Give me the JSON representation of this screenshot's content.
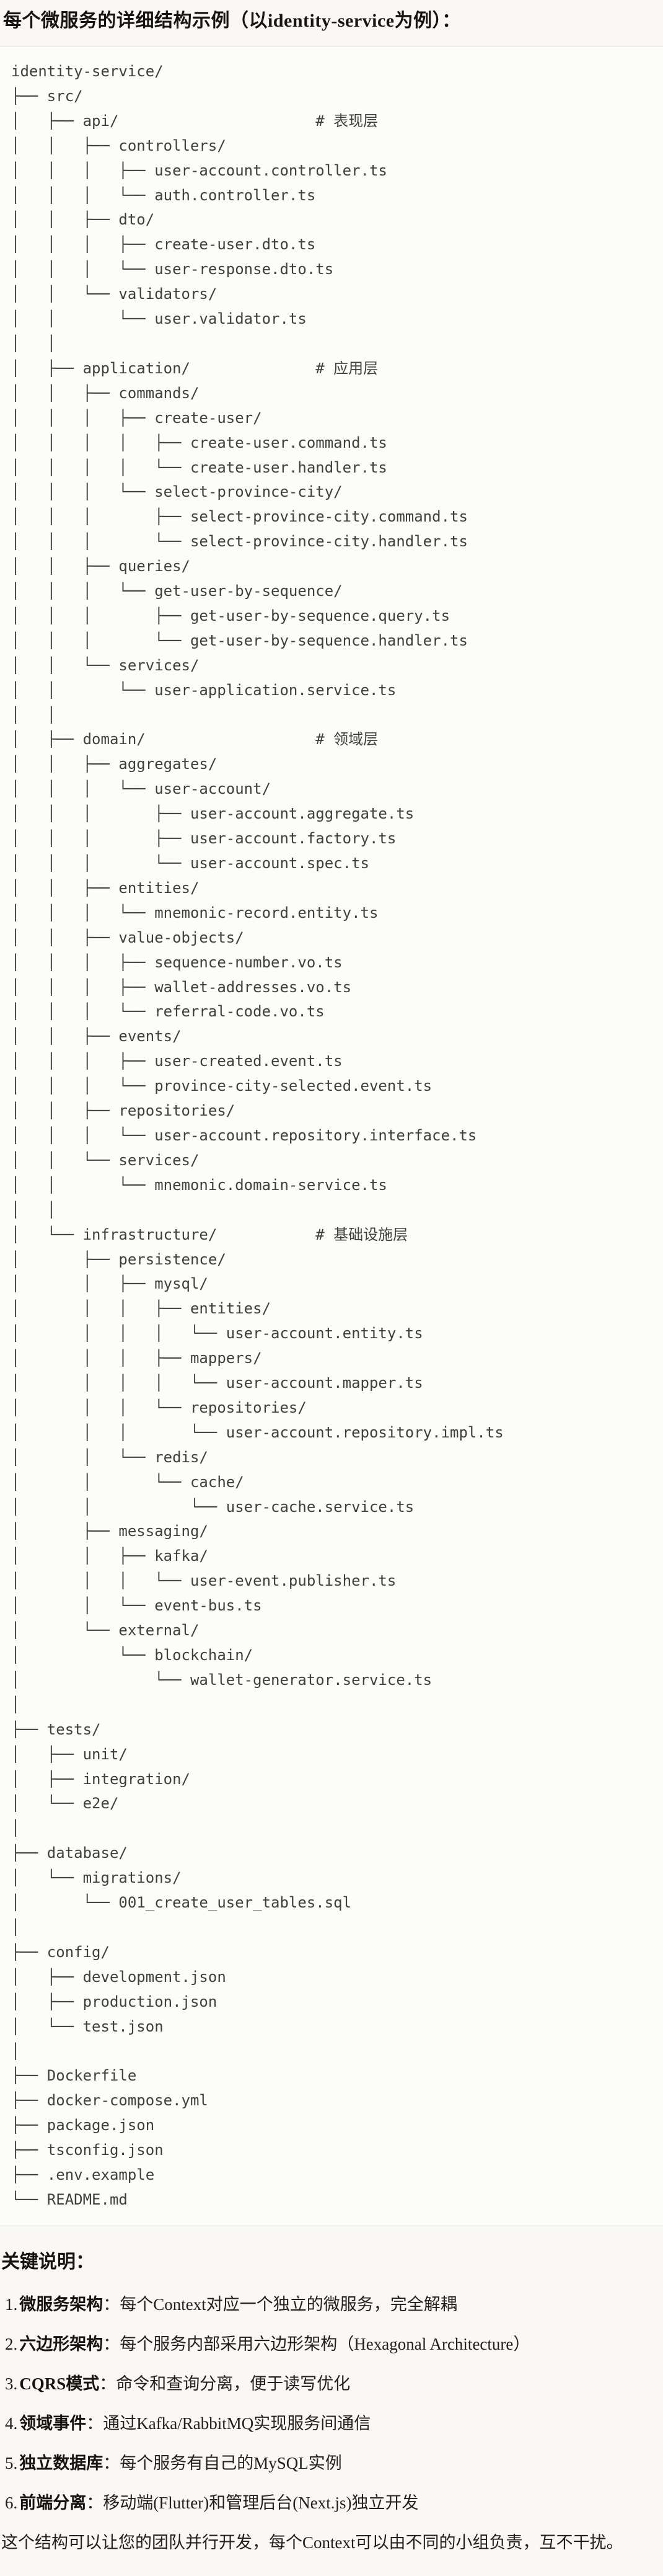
{
  "page": {
    "title": "每个微服务的详细结构示例（以identity-service为例）：",
    "colors": {
      "page_bg": "#FAF8F4",
      "code_bg": "#FCFCFA",
      "code_border": "#E5E3DC",
      "code_text": "#40403B",
      "heading_text": "#15140F",
      "body_text": "#21201D"
    }
  },
  "tree": {
    "lines": [
      "identity-service/",
      "├── src/",
      "│   ├── api/                      # 表现层",
      "│   │   ├── controllers/",
      "│   │   │   ├── user-account.controller.ts",
      "│   │   │   └── auth.controller.ts",
      "│   │   ├── dto/",
      "│   │   │   ├── create-user.dto.ts",
      "│   │   │   └── user-response.dto.ts",
      "│   │   └── validators/",
      "│   │       └── user.validator.ts",
      "│   │",
      "│   ├── application/              # 应用层",
      "│   │   ├── commands/",
      "│   │   │   ├── create-user/",
      "│   │   │   │   ├── create-user.command.ts",
      "│   │   │   │   └── create-user.handler.ts",
      "│   │   │   └── select-province-city/",
      "│   │   │       ├── select-province-city.command.ts",
      "│   │   │       └── select-province-city.handler.ts",
      "│   │   ├── queries/",
      "│   │   │   └── get-user-by-sequence/",
      "│   │   │       ├── get-user-by-sequence.query.ts",
      "│   │   │       └── get-user-by-sequence.handler.ts",
      "│   │   └── services/",
      "│   │       └── user-application.service.ts",
      "│   │",
      "│   ├── domain/                   # 领域层",
      "│   │   ├── aggregates/",
      "│   │   │   └── user-account/",
      "│   │   │       ├── user-account.aggregate.ts",
      "│   │   │       ├── user-account.factory.ts",
      "│   │   │       └── user-account.spec.ts",
      "│   │   ├── entities/",
      "│   │   │   └── mnemonic-record.entity.ts",
      "│   │   ├── value-objects/",
      "│   │   │   ├── sequence-number.vo.ts",
      "│   │   │   ├── wallet-addresses.vo.ts",
      "│   │   │   └── referral-code.vo.ts",
      "│   │   ├── events/",
      "│   │   │   ├── user-created.event.ts",
      "│   │   │   └── province-city-selected.event.ts",
      "│   │   ├── repositories/",
      "│   │   │   └── user-account.repository.interface.ts",
      "│   │   └── services/",
      "│   │       └── mnemonic.domain-service.ts",
      "│   │",
      "│   └── infrastructure/           # 基础设施层",
      "│       ├── persistence/",
      "│       │   ├── mysql/",
      "│       │   │   ├── entities/",
      "│       │   │   │   └── user-account.entity.ts",
      "│       │   │   ├── mappers/",
      "│       │   │   │   └── user-account.mapper.ts",
      "│       │   │   └── repositories/",
      "│       │   │       └── user-account.repository.impl.ts",
      "│       │   └── redis/",
      "│       │       └── cache/",
      "│       │           └── user-cache.service.ts",
      "│       ├── messaging/",
      "│       │   ├── kafka/",
      "│       │   │   └── user-event.publisher.ts",
      "│       │   └── event-bus.ts",
      "│       └── external/",
      "│           └── blockchain/",
      "│               └── wallet-generator.service.ts",
      "│",
      "├── tests/",
      "│   ├── unit/",
      "│   ├── integration/",
      "│   └── e2e/",
      "│",
      "├── database/",
      "│   └── migrations/",
      "│       └── 001_create_user_tables.sql",
      "│",
      "├── config/",
      "│   ├── development.json",
      "│   ├── production.json",
      "│   └── test.json",
      "│",
      "├── Dockerfile",
      "├── docker-compose.yml",
      "├── package.json",
      "├── tsconfig.json",
      "├── .env.example",
      "└── README.md"
    ]
  },
  "notes": {
    "heading": "关键说明：",
    "items": [
      {
        "num": "1.",
        "label": "微服务架构",
        "text": "：每个Context对应一个独立的微服务，完全解耦"
      },
      {
        "num": "2.",
        "label": "六边形架构",
        "text": "：每个服务内部采用六边形架构（Hexagonal Architecture）"
      },
      {
        "num": "3.",
        "label": "CQRS模式",
        "text": "：命令和查询分离，便于读写优化"
      },
      {
        "num": "4.",
        "label": "领域事件",
        "text": "：通过Kafka/RabbitMQ实现服务间通信"
      },
      {
        "num": "5.",
        "label": "独立数据库",
        "text": "：每个服务有自己的MySQL实例"
      },
      {
        "num": "6.",
        "label": "前端分离",
        "text": "：移动端(Flutter)和管理后台(Next.js)独立开发"
      }
    ],
    "footer": "这个结构可以让您的团队并行开发，每个Context可以由不同的小组负责，互不干扰。"
  }
}
